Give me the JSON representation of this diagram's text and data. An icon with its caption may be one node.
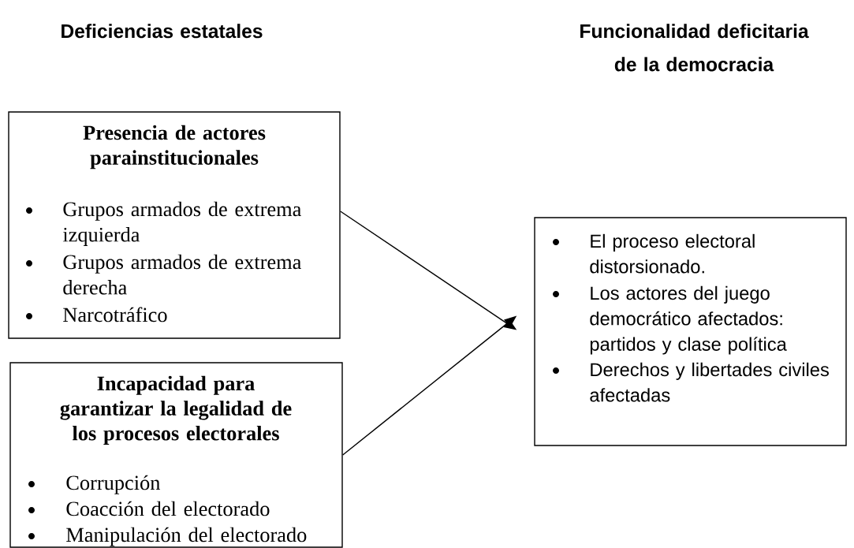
{
  "diagram": {
    "nodes": [
      {
        "text": [
          "Presencia de actores parainstitucionales",
          "Grupos armados de extrema izquierda",
          "Grupos armados de extrema derecha",
          "Narcotráfico"
        ]
      },
      {
        "text": [
          "Incapacidad para garantizar la legalidad de los procesos electorales",
          "Corrupción",
          "Coacción del electorado",
          "Manipulación  del electorado"
        ]
      },
      {
        "text": [
          "El proceso electoral distorsionado.",
          "Los actores del juego democrático afectados: partidos y clase política",
          "Derechos y libertades civiles afectadas"
        ]
      }
    ],
    "edges": [
      {
        "from": 0,
        "to": 2,
        "arrow": "to"
      },
      {
        "from": 1,
        "to": 2,
        "arrow": "to"
      }
    ],
    "labels": [
      "Deficiencias estatales",
      "Funcionalidad deficitaria de la democracia"
    ]
  }
}
